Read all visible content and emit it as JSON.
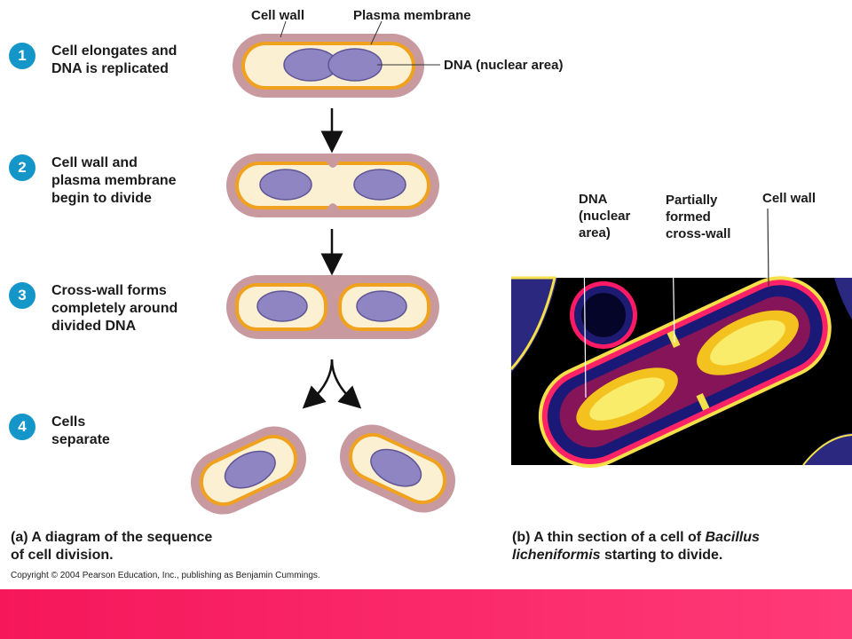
{
  "colors": {
    "step_circle": "#1596c8",
    "cell_wall": "#c89aa0",
    "membrane": "#f0a21e",
    "cytoplasm": "#fcf0d2",
    "dna": "#8e85c2",
    "footer_start": "#f5175a",
    "footer_end": "#ff3a78"
  },
  "steps": [
    {
      "num": "1",
      "text": "Cell elongates and\nDNA is replicated"
    },
    {
      "num": "2",
      "text": "Cell wall and\nplasma membrane\nbegin to divide"
    },
    {
      "num": "3",
      "text": "Cross-wall forms\ncompletely around\ndivided DNA"
    },
    {
      "num": "4",
      "text": "Cells\nseparate"
    }
  ],
  "diagram_labels": {
    "cell_wall": "Cell wall",
    "plasma_membrane": "Plasma membrane",
    "dna": "DNA (nuclear area)"
  },
  "micrograph_labels": {
    "dna": "DNA\n(nuclear\narea)",
    "cross_wall": "Partially\nformed\ncross-wall",
    "cell_wall": "Cell wall"
  },
  "captions": {
    "a_tag": "(a)",
    "a_text": "A diagram of the sequence",
    "a_text2": "of cell division.",
    "b_tag": "(b)",
    "b_text": "A thin section of a cell of",
    "b_italic1": "Bacillus",
    "b_italic2": "licheniformis",
    "b_text2": "starting to divide."
  },
  "copyright": "Copyright © 2004 Pearson Education, Inc., publishing as Benjamin Cummings."
}
